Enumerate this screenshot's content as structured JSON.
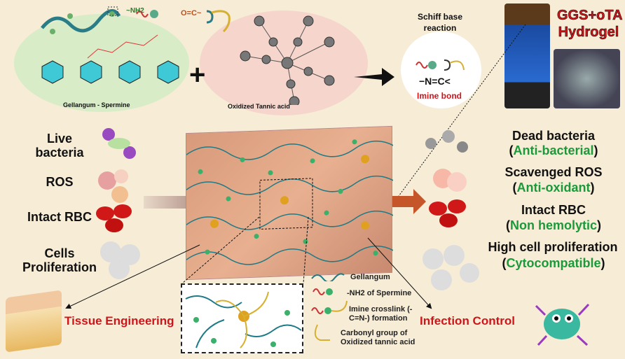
{
  "top": {
    "amine_label": "~NH2",
    "carbonyl_label": "O=C~",
    "gellan_label": "Gellangum - Spermine",
    "tannic_label": "Oxidized Tannic acid",
    "plus": "+",
    "schiff_title": "Schiff base reaction",
    "imine_formula": "−N=C<",
    "imine_label": "Imine bond",
    "hydrogel_title": "GGS+oTA Hydrogel"
  },
  "left": {
    "items": [
      {
        "label": "Live bacteria"
      },
      {
        "label": "ROS"
      },
      {
        "label": "Intact RBC"
      },
      {
        "label": "Cells Proliferation"
      }
    ]
  },
  "right": {
    "items": [
      {
        "label": "Dead bacteria",
        "property": "Anti-bacterial"
      },
      {
        "label": "Scavenged ROS",
        "property": "Anti-oxidant"
      },
      {
        "label": "Intact RBC",
        "property": "Non hemolytic"
      },
      {
        "label": "High cell proliferation",
        "property": "Cytocompatible"
      }
    ]
  },
  "applications": {
    "left": "Tissue Engineering",
    "right": "Infection Control"
  },
  "legend": [
    {
      "label": "Gellangum"
    },
    {
      "label": "-NH2 of Spermine"
    },
    {
      "label": "Imine crosslink (-C=N-) formation"
    },
    {
      "label": "Carbonyl group of Oxidized tannic acid"
    }
  ],
  "colors": {
    "accent_red": "#d0141a",
    "accent_green": "#1a9a3a",
    "background": "#f7ecd6"
  }
}
